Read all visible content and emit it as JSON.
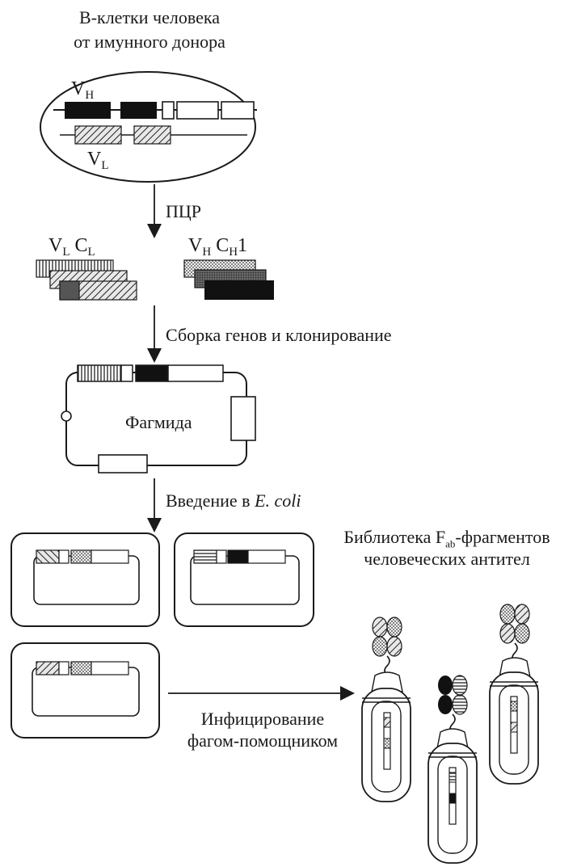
{
  "source": {
    "line1": "В-клетки человека",
    "line2": "от имунного донора"
  },
  "gene_labels": {
    "vh_main": "V",
    "vh_main_sub": "H",
    "vl_main": "V",
    "vl_main_sub": "L"
  },
  "steps": {
    "pcr": "ПЦР",
    "assembly": "Сборка генов и клонирование",
    "intro_prefix": "Введение в ",
    "intro_species": "E. coli",
    "infection_line1": "Инфицирование",
    "infection_line2": "фагом-помощником"
  },
  "fragments": {
    "light_v": "V",
    "light_v_sub": "L",
    "light_c": "C",
    "light_c_sub": "L",
    "heavy_v": "V",
    "heavy_v_sub": "H",
    "heavy_c": "C",
    "heavy_c_sub": "H",
    "heavy_c_num": "1"
  },
  "phagemid": {
    "label": "Фагмида"
  },
  "library": {
    "line1_prefix": "Библиотека F",
    "line1_sub": "ab",
    "line1_suffix": "-фрагментов",
    "line2": "человеческих антител"
  }
}
